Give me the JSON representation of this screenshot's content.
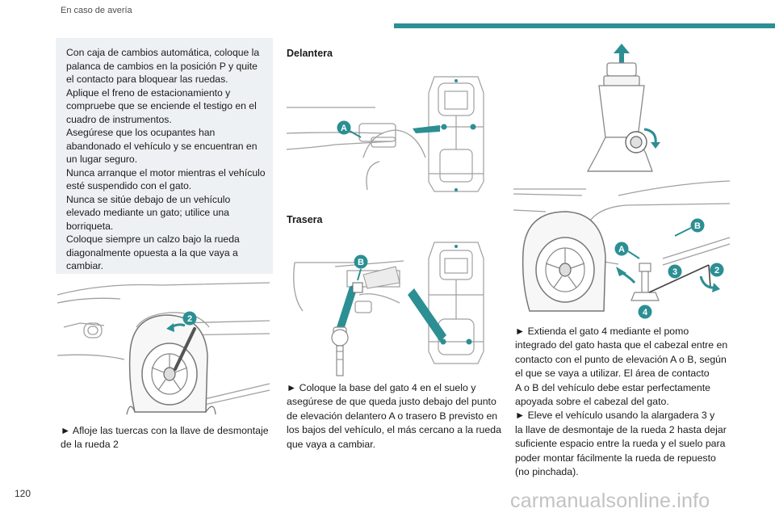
{
  "header": {
    "section_title": "En caso de avería"
  },
  "warning_box": {
    "lines": [
      "Con caja de cambios automática, coloque la",
      "palanca de cambios en la posición P y quite",
      "el contacto para bloquear las ruedas.",
      "Aplique el freno de estacionamiento y",
      "compruebe que se enciende el testigo en el",
      "cuadro de instrumentos.",
      "Asegúrese que los ocupantes han",
      "abandonado el vehículo y se encuentran en",
      "un lugar seguro.",
      "Nunca arranque el motor mientras el vehículo",
      "esté suspendido con el gato.",
      "Nunca se sitúe debajo de un vehículo",
      "elevado mediante un gato; utilice una",
      "borriqueta.",
      "Coloque siempre un calzo bajo la rueda",
      "diagonalmente opuesta a la que vaya a",
      "cambiar."
    ]
  },
  "col1_text": {
    "lines": [
      "► Afloje las tuercas con la llave de desmontaje",
      "de la rueda 2"
    ]
  },
  "col2": {
    "front_heading": "Delantera",
    "rear_heading": "Trasera",
    "lines": [
      "► Coloque la base del gato 4 en el suelo y",
      "asegúrese de que queda justo debajo del punto",
      "de elevación delantero A o trasero B previsto en",
      "los bajos del vehículo, el más cercano a la rueda",
      "que vaya a cambiar."
    ]
  },
  "col3_text": {
    "lines": [
      "► Extienda el gato 4 mediante el pomo",
      "integrado del gato hasta que el cabezal entre en",
      "contacto con el punto de elevación A o B, según",
      "el que se vaya a utilizar. El área de contacto",
      "A o B del vehículo debe estar perfectamente",
      "apoyada sobre el cabezal del gato.",
      "► Eleve el vehículo usando la alargadera 3 y",
      "la llave de desmontaje de la rueda 2 hasta dejar",
      "suficiente espacio entre la rueda y el suelo para",
      "poder montar fácilmente la rueda de repuesto",
      "(no pinchada)."
    ]
  },
  "callouts": {
    "A": "A",
    "B": "B",
    "two": "2",
    "three": "3",
    "four": "4"
  },
  "colors": {
    "accent": "#2b8f93",
    "box_bg": "#eef1f3",
    "line_art": "#9a9a9a"
  },
  "footer": {
    "page_number": "120",
    "watermark": "carmanualsonline.info"
  }
}
